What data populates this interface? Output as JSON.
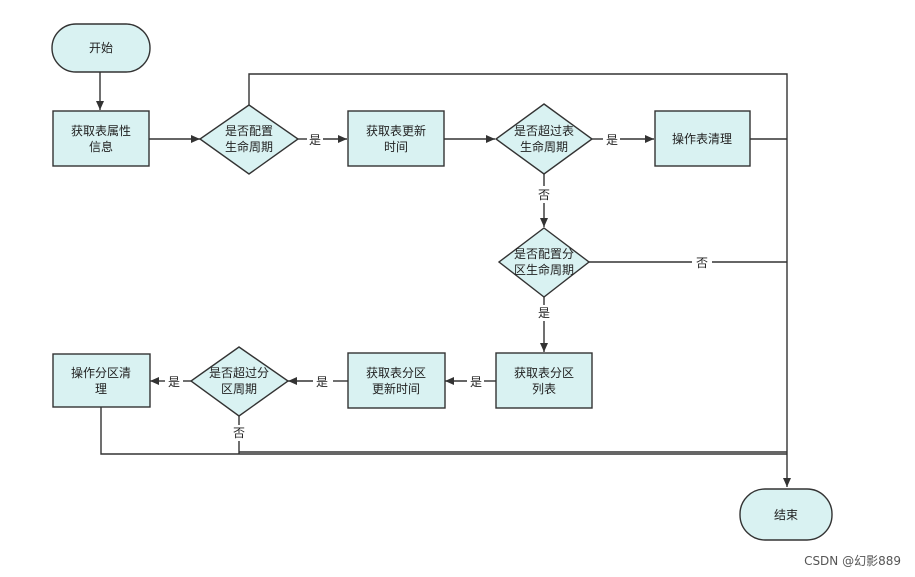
{
  "colors": {
    "fill": "#d9f2f2",
    "stroke": "#333333",
    "line": "#333333"
  },
  "nodes": {
    "start": "开始",
    "get_table_props": [
      "获取表属性",
      "信息"
    ],
    "has_lifecycle": [
      "是否配置",
      "生命周期"
    ],
    "get_update_time": [
      "获取表更新",
      "时间"
    ],
    "over_lifecycle": [
      "是否超过表",
      "生命周期"
    ],
    "clean_table": "操作表清理",
    "has_partition_lifecycle": [
      "是否配置分",
      "区生命周期"
    ],
    "get_partition_list": [
      "获取表分区",
      "列表"
    ],
    "get_partition_update": [
      "获取表分区",
      "更新时间"
    ],
    "over_partition": [
      "是否超过分",
      "区周期"
    ],
    "clean_partition": [
      "操作分区清",
      "理"
    ],
    "end": "结束"
  },
  "edges": {
    "yes": "是",
    "no": "否"
  },
  "watermark": "CSDN @幻影889"
}
